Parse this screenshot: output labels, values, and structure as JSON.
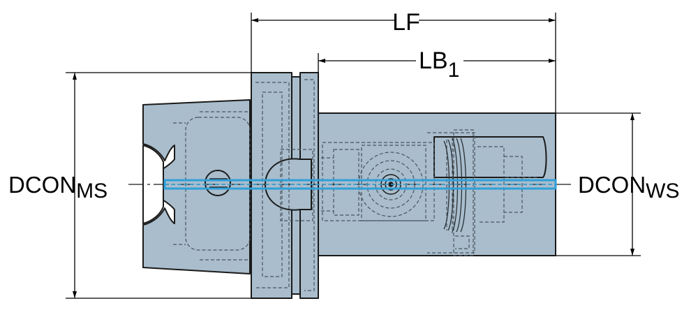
{
  "dimensions": {
    "lf": "LF",
    "lb_main": "LB",
    "lb_sub": "1",
    "dcon_ms_main": "DCON",
    "dcon_ms_sub": "MS",
    "dcon_ws_main": "DCON",
    "dcon_ws_sub": "WS"
  },
  "colors": {
    "body_fill": "#a9bdcc",
    "body_stroke": "#1a1a1a",
    "hidden_line": "#4a5560",
    "coolant_channel": "#2f9fd8",
    "dimension_line": "#000000"
  }
}
